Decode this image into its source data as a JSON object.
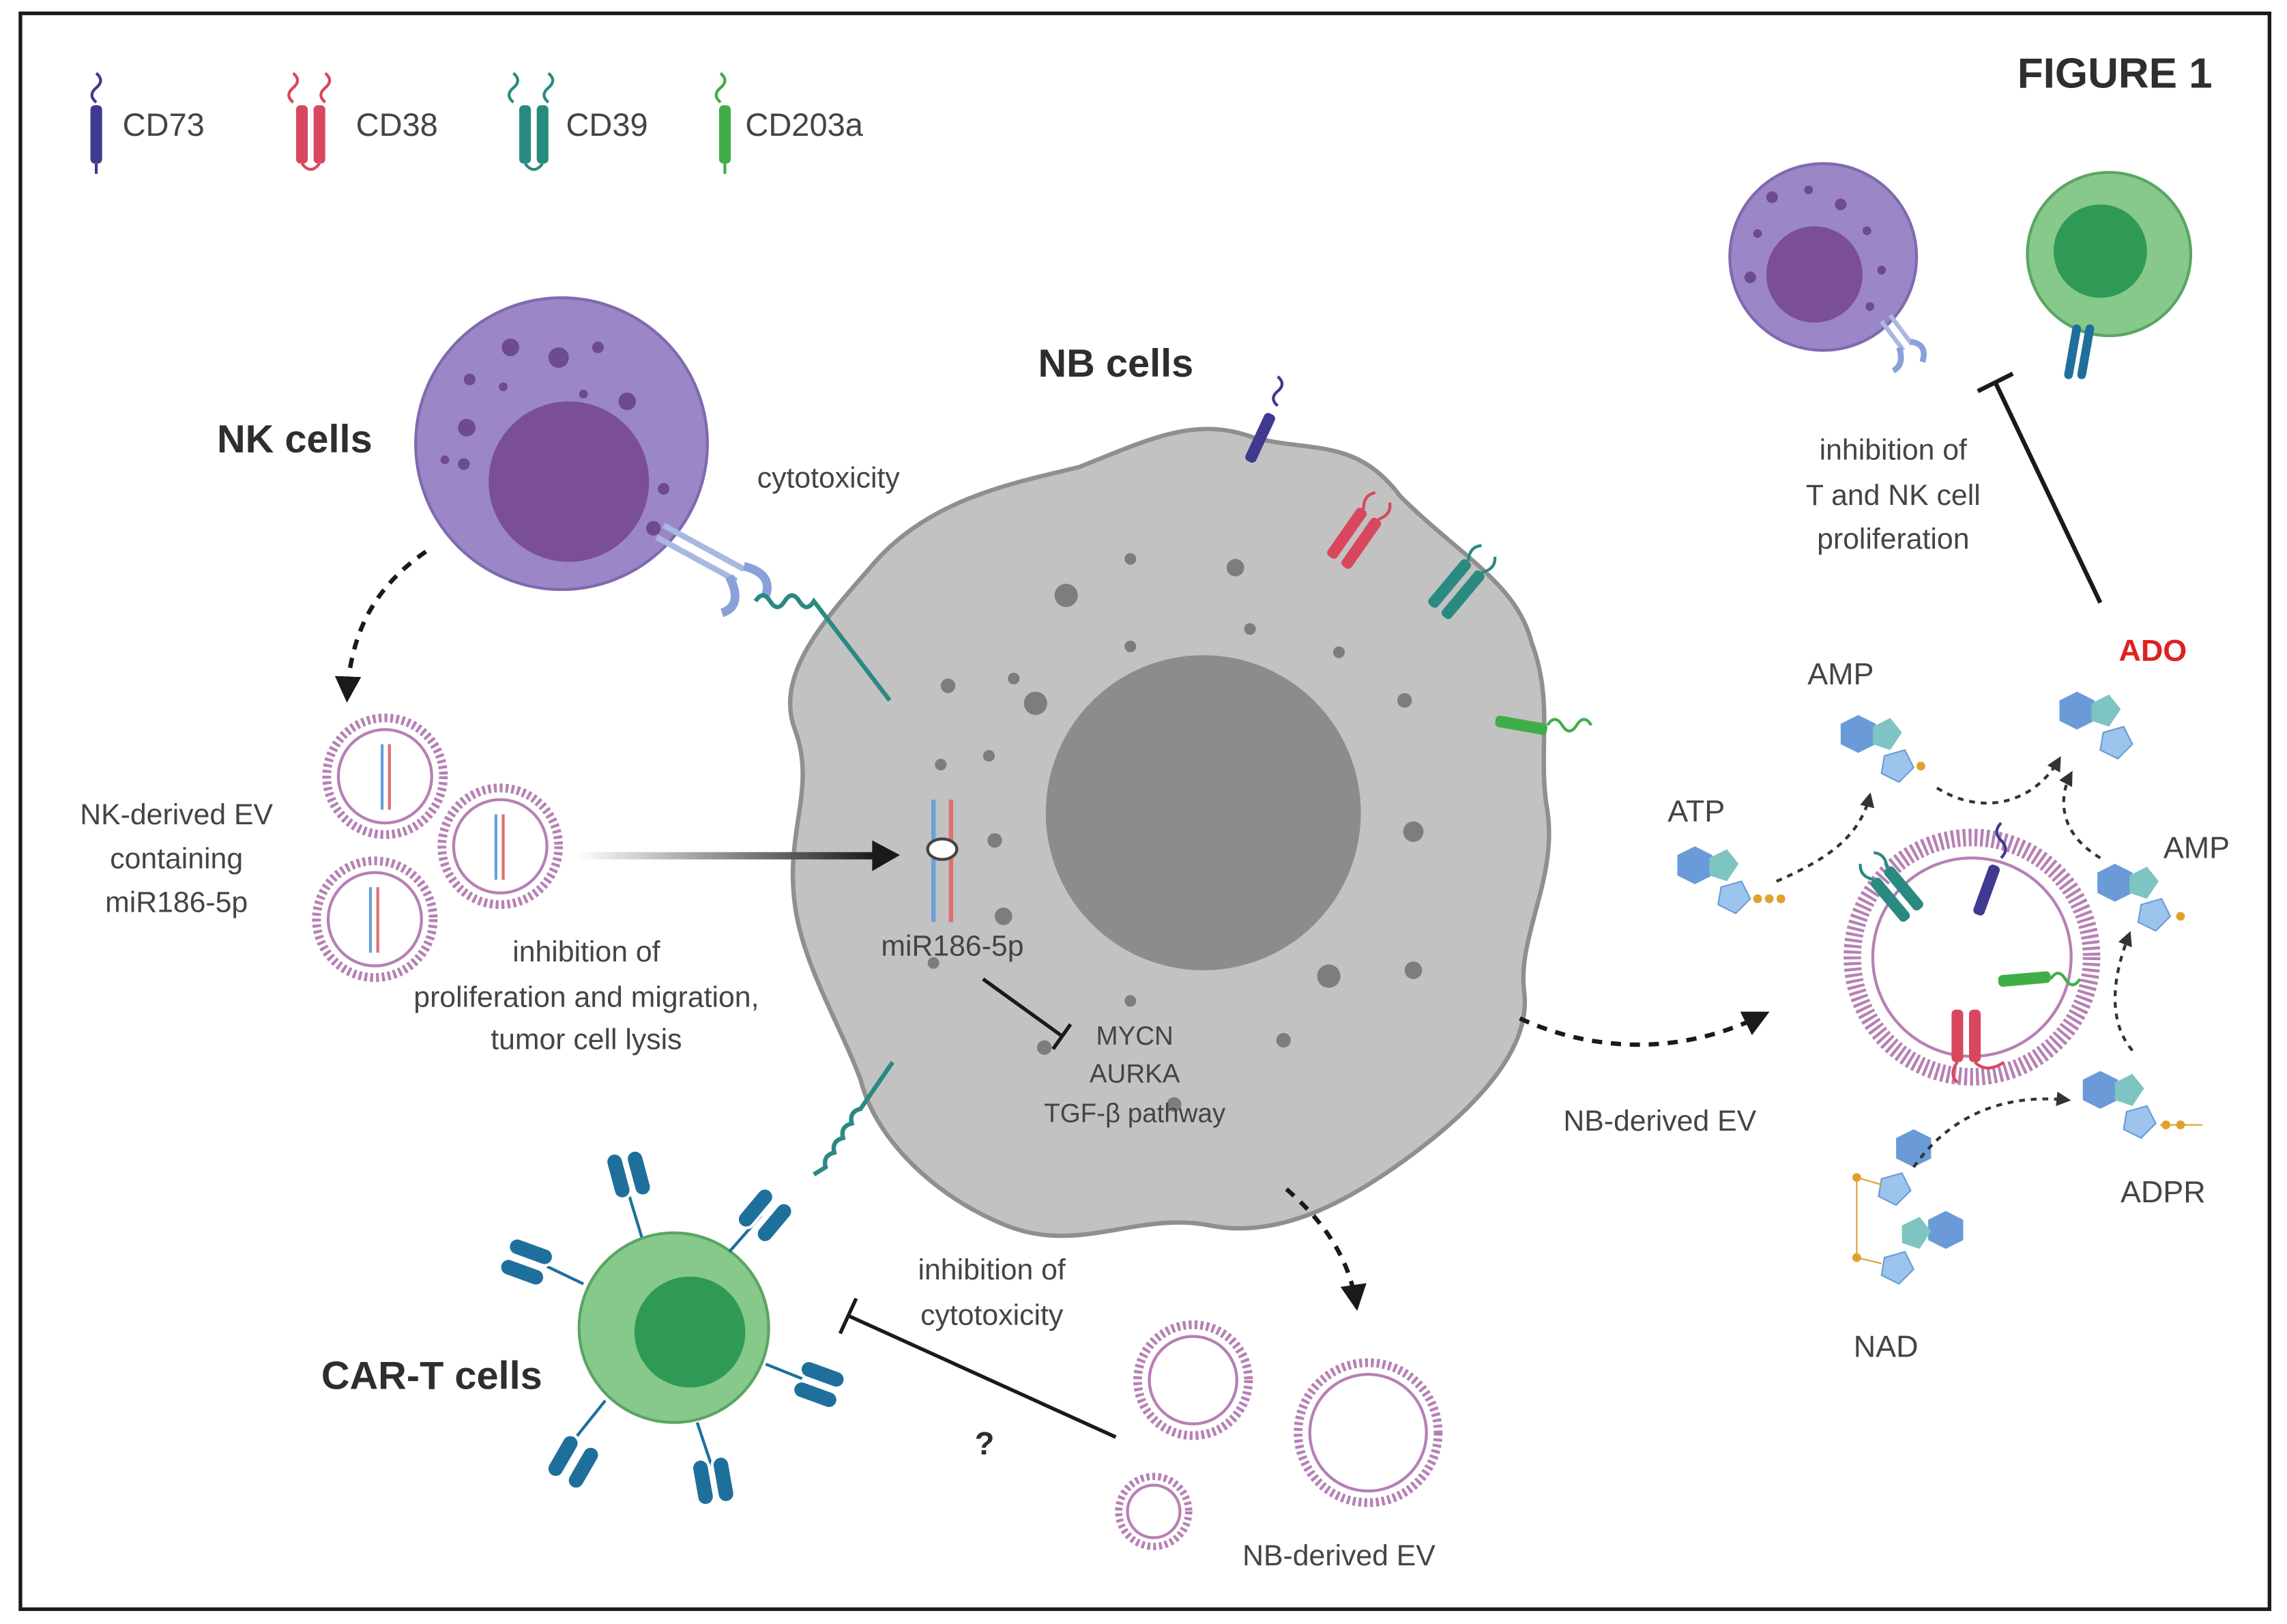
{
  "figure_label": "FIGURE 1",
  "legend": [
    {
      "label": "CD73",
      "color": "#3f3a8f"
    },
    {
      "label": "CD38",
      "color": "#d9475f"
    },
    {
      "label": "CD39",
      "color": "#2a8a80"
    },
    {
      "label": "CD203a",
      "color": "#3fae49"
    }
  ],
  "labels": {
    "nk_cells": "NK cells",
    "nb_cells": "NB cells",
    "car_t_cells": "CAR-T cells",
    "cytotoxicity": "cytotoxicity",
    "nk_ev_line1": "NK-derived EV",
    "nk_ev_line2": "containing",
    "nk_ev_line3": "miR186-5p",
    "mir": "miR186-5p",
    "inh_prolif_line1": "inhibition of",
    "inh_prolif_line2": "proliferation and migration,",
    "inh_prolif_line3": "tumor cell lysis",
    "target1": "MYCN",
    "target2": "AURKA",
    "target3": "TGF-β pathway",
    "inh_cyto_line1": "inhibition of",
    "inh_cyto_line2": "cytotoxicity",
    "question": "?",
    "nb_ev_bottom": "NB-derived EV",
    "nb_ev_right": "NB-derived EV",
    "inh_tnk_line1": "inhibition of",
    "inh_tnk_line2": "T and NK cell",
    "inh_tnk_line3": "proliferation",
    "atp": "ATP",
    "amp_left": "AMP",
    "amp_right": "AMP",
    "ado": "ADO",
    "adpr": "ADPR",
    "nad": "NAD"
  },
  "colors": {
    "nk_cell": "#9b86c8",
    "nk_nucleus": "#7b4f95",
    "nb_cell": "#c2c2c2",
    "nb_nucleus": "#8c8c8c",
    "car_t_cell": "#86c98a",
    "car_t_nucleus": "#2f9a55",
    "car_receptor": "#1f6f9c",
    "ev_membrane": "#b680b4",
    "ado_text": "#e02020",
    "molecule_blue": "#6a9bd8",
    "molecule_teal": "#7ec4c2",
    "phosphate": "#e0a030"
  }
}
